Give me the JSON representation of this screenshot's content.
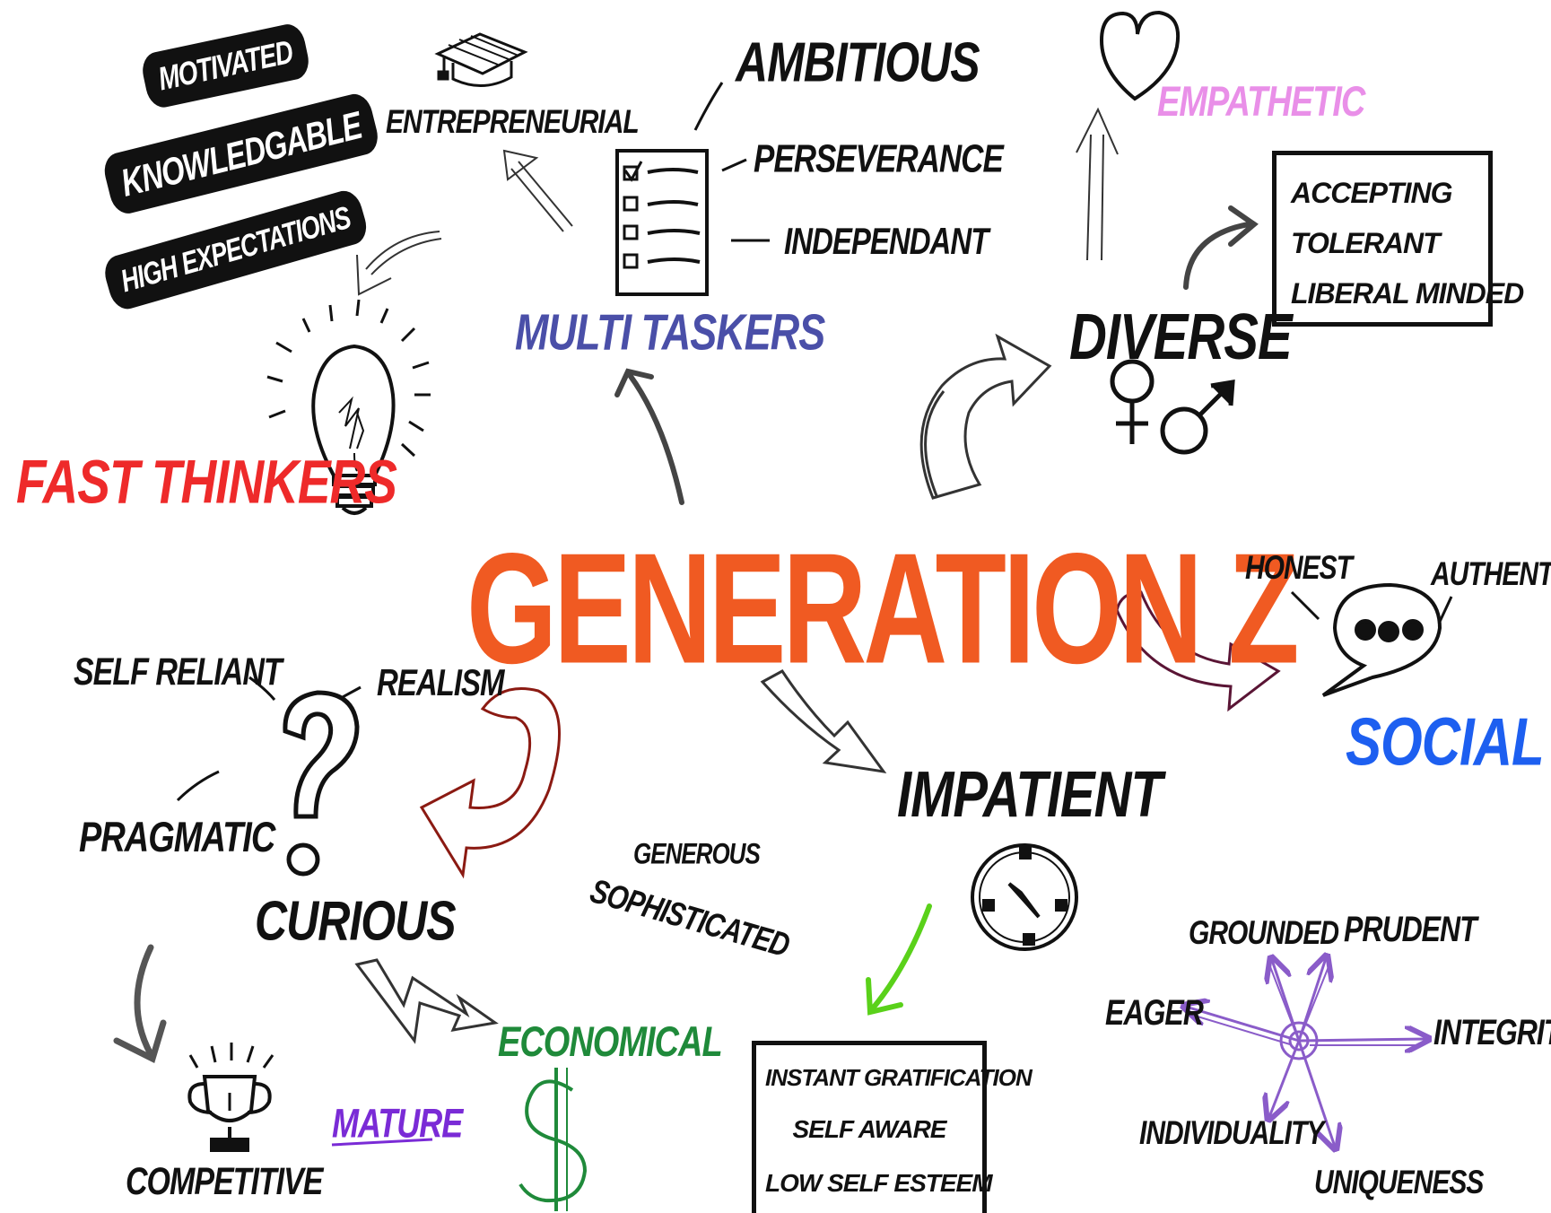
{
  "title": "GENERATION Z",
  "colors": {
    "title": "#f05a22",
    "ink": "#111111",
    "fast_thinkers": "#ee2a2a",
    "multi_taskers": "#4a4fa8",
    "empathetic": "#e98fe8",
    "social": "#1d5ff0",
    "economical": "#1f8a3a",
    "dollar": "#1f8a3a",
    "mature": "#7a2bd6",
    "impatient_arrow": "#5ad11a",
    "curious_arrow": "#8b1a12",
    "social_arrow": "#5a1535",
    "star": "#8a5cc9"
  },
  "black_labels": [
    "MOTIVATED",
    "KNOWLEDGABLE",
    "HIGH EXPECTATIONS"
  ],
  "top": {
    "entrepreneurial": "ENTREPRENEURIAL",
    "ambitious": "AMBITIOUS",
    "perseverance": "PERSEVERANCE",
    "independant": "INDEPENDANT",
    "multi_taskers": "MULTI TASKERS",
    "empathetic": "EMPATHETIC",
    "fast_thinkers": "FAST THINKERS"
  },
  "diverse": {
    "label": "DIVERSE",
    "box": [
      "ACCEPTING",
      "TOLERANT",
      "LIBERAL MINDED"
    ]
  },
  "social": {
    "label": "SOCIAL",
    "honest": "HONEST",
    "authentic": "AUTHENTIC"
  },
  "curious": {
    "label": "CURIOUS",
    "self_reliant": "SELF RELIANT",
    "realism": "REALISM",
    "pragmatic": "PRAGMATIC"
  },
  "middle": {
    "generous": "GENEROUS",
    "sophisticated": "SOPHISTICATED"
  },
  "impatient": {
    "label": "IMPATIENT",
    "box": [
      "INSTANT GRATIFICATION",
      "SELF AWARE",
      "LOW SELF ESTEEM"
    ]
  },
  "bottom": {
    "competitive": "COMPETITIVE",
    "mature": "MATURE",
    "economical": "ECONOMICAL"
  },
  "star": {
    "grounded": "GROUNDED",
    "prudent": "PRUDENT",
    "eager": "EAGER",
    "integrity": "INTEGRITY",
    "individuality": "INDIVIDUALITY",
    "uniqueness": "UNIQUENESS"
  },
  "icons": [
    "graduation-cap-icon",
    "checklist-icon",
    "heart-icon",
    "light-bulb-icon",
    "female-symbol-icon",
    "male-symbol-icon",
    "speech-bubble-icon",
    "question-mark-icon",
    "compass-icon",
    "trophy-icon",
    "dollar-sign-icon",
    "star-burst-icon"
  ]
}
